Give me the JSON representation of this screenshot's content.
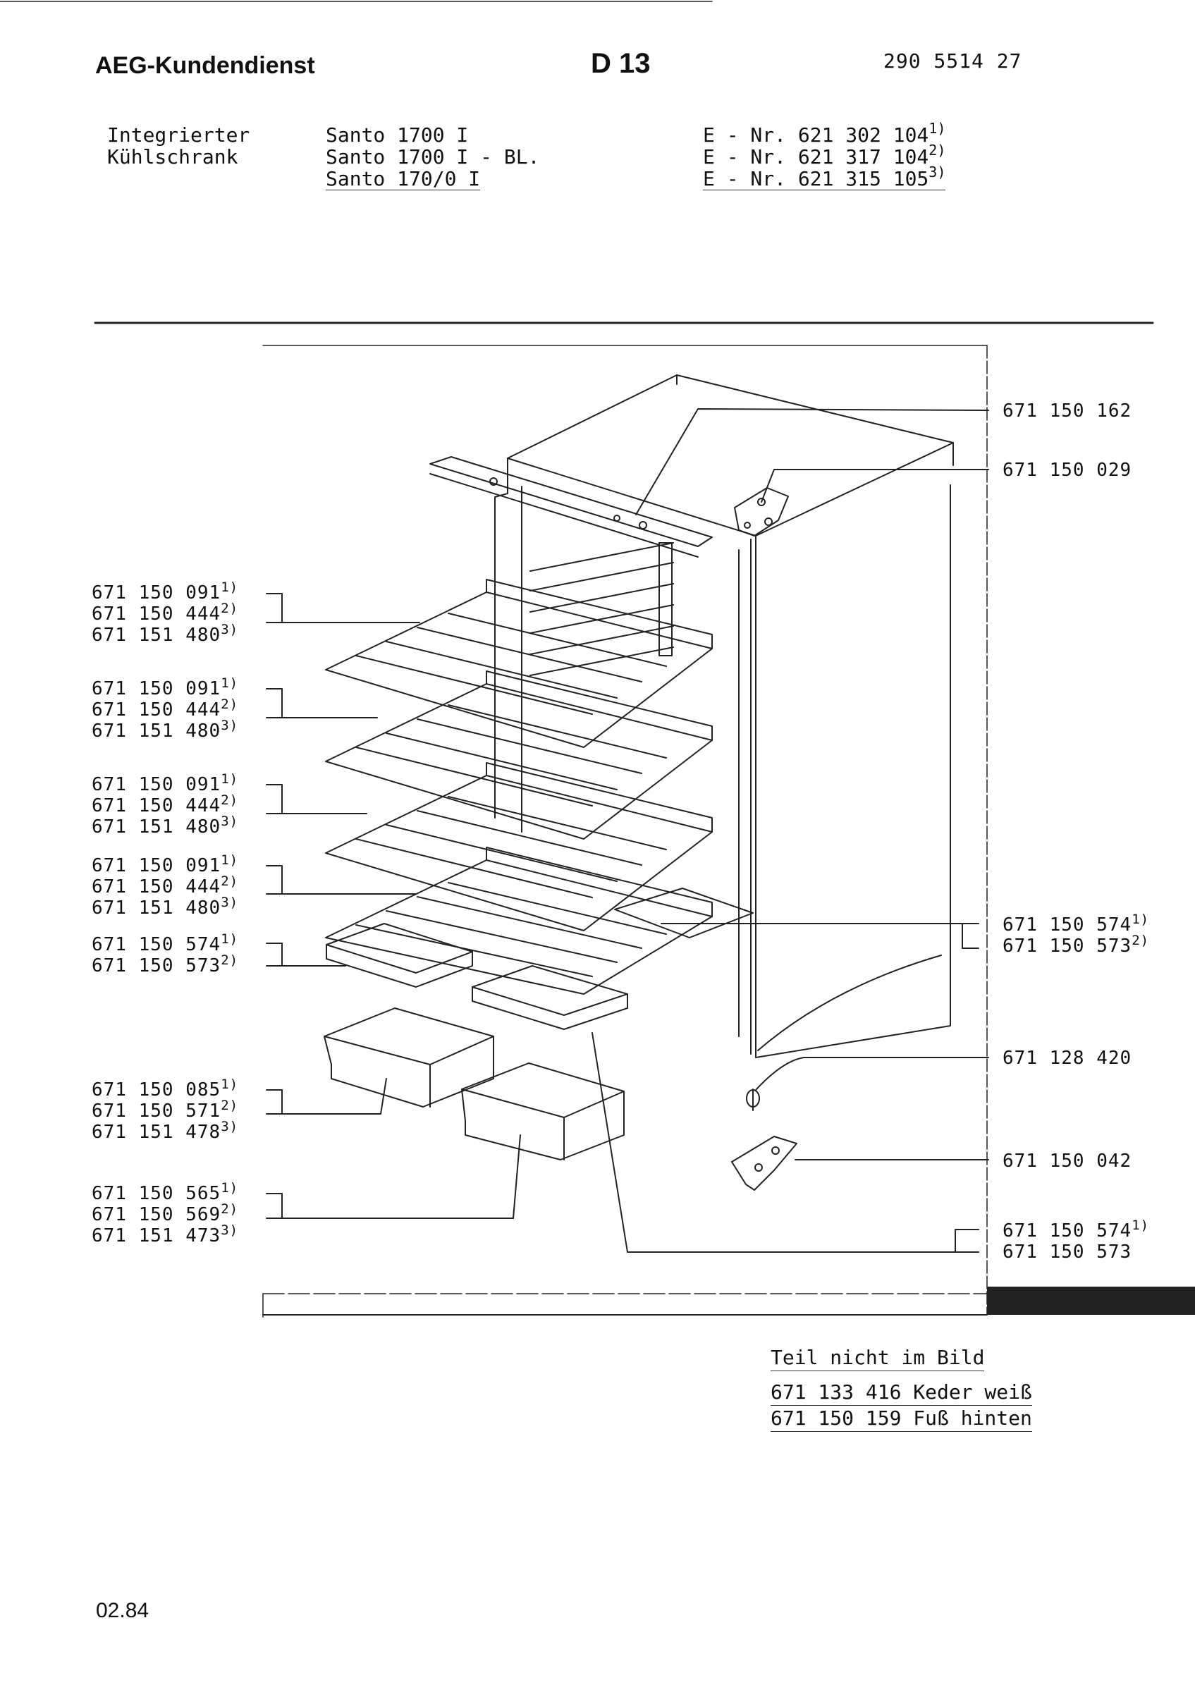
{
  "header": {
    "brand": "AEG-Kundendienst",
    "code": "D 13",
    "doc_number": "290 5514 27"
  },
  "product": {
    "type_line1": "Integrierter",
    "type_line2": "Kühlschrank",
    "models": [
      "Santo 1700 I",
      "Santo 1700 I - BL.",
      "Santo 170/0 I"
    ],
    "e_numbers": [
      {
        "text": "E - Nr. 621 302 104",
        "ref": "1)"
      },
      {
        "text": "E - Nr. 621 317 104",
        "ref": "2)"
      },
      {
        "text": "E - Nr. 621 315 105",
        "ref": "3)"
      }
    ]
  },
  "left_labels": [
    [
      {
        "text": "671 150 091",
        "ref": "1)"
      },
      {
        "text": "671 150 444",
        "ref": "2)"
      },
      {
        "text": "671 151 480",
        "ref": "3)"
      }
    ],
    [
      {
        "text": "671 150 091",
        "ref": "1)"
      },
      {
        "text": "671 150 444",
        "ref": "2)"
      },
      {
        "text": "671 151 480",
        "ref": "3)"
      }
    ],
    [
      {
        "text": "671 150 091",
        "ref": "1)"
      },
      {
        "text": "671 150 444",
        "ref": "2)"
      },
      {
        "text": "671 151 480",
        "ref": "3)"
      }
    ],
    [
      {
        "text": "671 150 091",
        "ref": "1)"
      },
      {
        "text": "671 150 444",
        "ref": "2)"
      },
      {
        "text": "671 151 480",
        "ref": "3)"
      }
    ],
    [
      {
        "text": "671 150 574",
        "ref": "1)"
      },
      {
        "text": "671 150 573",
        "ref": "2)"
      }
    ],
    [
      {
        "text": "671 150 085",
        "ref": "1)"
      },
      {
        "text": "671 150 571",
        "ref": "2)"
      },
      {
        "text": "671 151 478",
        "ref": "3)"
      }
    ],
    [
      {
        "text": "671 150 565",
        "ref": "1)"
      },
      {
        "text": "671 150 569",
        "ref": "2)"
      },
      {
        "text": "671 151 473",
        "ref": "3)"
      }
    ]
  ],
  "right_labels": [
    [
      {
        "text": "671 150 162",
        "ref": ""
      }
    ],
    [
      {
        "text": "671 150 029",
        "ref": ""
      }
    ],
    [
      {
        "text": "671 150 574",
        "ref": "1)"
      },
      {
        "text": "671 150 573",
        "ref": "2)"
      }
    ],
    [
      {
        "text": "671 128 420",
        "ref": ""
      }
    ],
    [
      {
        "text": "671 150 042",
        "ref": ""
      }
    ],
    [
      {
        "text": "671 150 574",
        "ref": "1)"
      },
      {
        "text": "671 150 573",
        "ref": ""
      }
    ]
  ],
  "notes": {
    "title": "Teil nicht im Bild",
    "items": [
      "671 133 416 Keder weiß",
      "671 150 159 Fuß hinten"
    ]
  },
  "footer": {
    "date": "02.84"
  }
}
